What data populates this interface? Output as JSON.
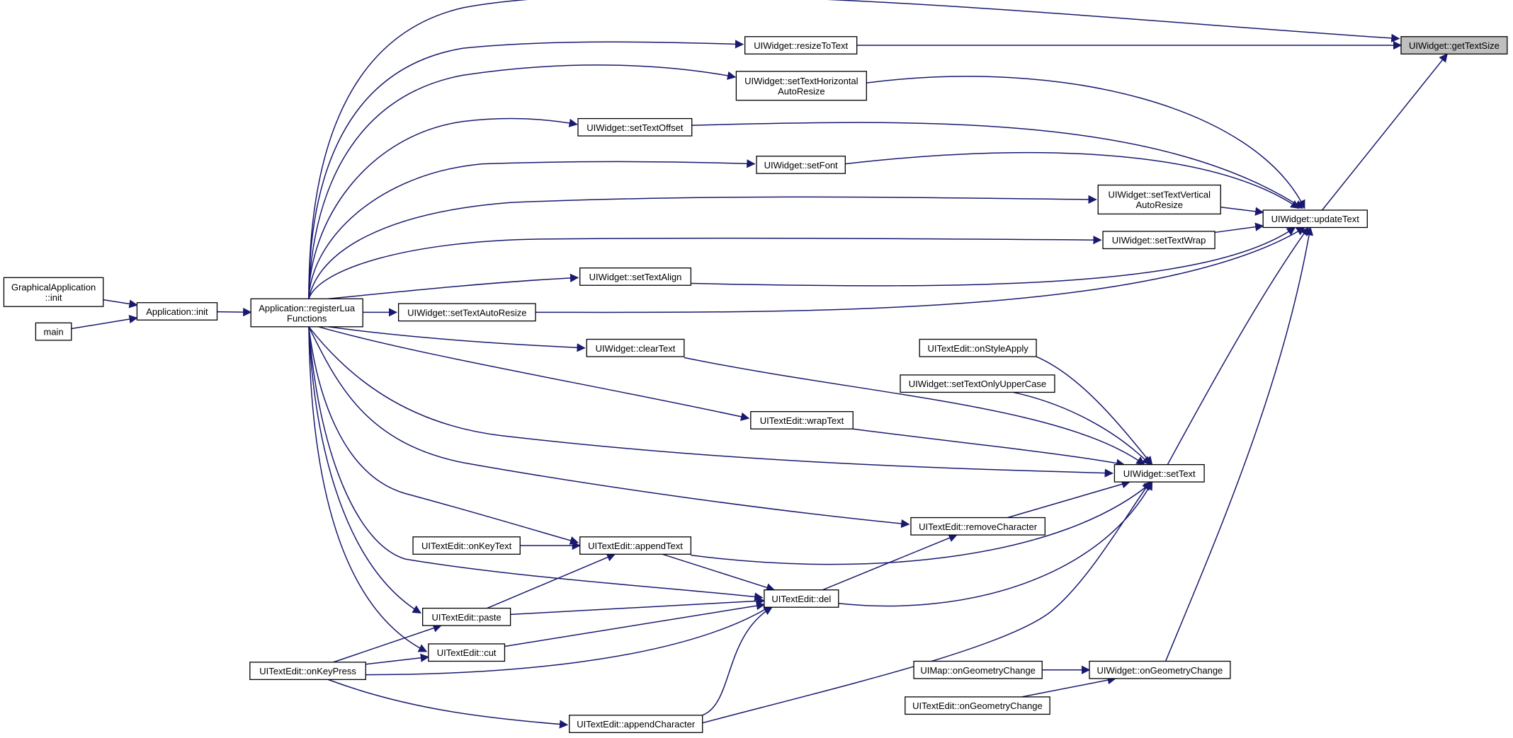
{
  "graph": {
    "edge_color": "#191970",
    "root_fill": "#bfbfbf",
    "nodes": {
      "getTextSize": [
        "UIWidget::getTextSize"
      ],
      "resizeToText": [
        "UIWidget::resizeToText"
      ],
      "setTextHorizontalAutoResize": [
        "UIWidget::setTextHorizontal",
        "AutoResize"
      ],
      "setTextOffset": [
        "UIWidget::setTextOffset"
      ],
      "setFont": [
        "UIWidget::setFont"
      ],
      "setTextVerticalAutoResize": [
        "UIWidget::setTextVertical",
        "AutoResize"
      ],
      "updateText": [
        "UIWidget::updateText"
      ],
      "setTextWrap": [
        "UIWidget::setTextWrap"
      ],
      "setTextAlign": [
        "UIWidget::setTextAlign"
      ],
      "graphicalAppInit": [
        "GraphicalApplication",
        "::init"
      ],
      "appInit": [
        "Application::init"
      ],
      "registerLua": [
        "Application::registerLua",
        "Functions"
      ],
      "setTextAutoResize": [
        "UIWidget::setTextAutoResize"
      ],
      "main": [
        "main"
      ],
      "clearText": [
        "UIWidget::clearText"
      ],
      "onStyleApply": [
        "UITextEdit::onStyleApply"
      ],
      "setTextOnlyUpperCase": [
        "UIWidget::setTextOnlyUpperCase"
      ],
      "wrapText": [
        "UITextEdit::wrapText"
      ],
      "setText": [
        "UIWidget::setText"
      ],
      "removeCharacter": [
        "UITextEdit::removeCharacter"
      ],
      "onKeyText": [
        "UITextEdit::onKeyText"
      ],
      "appendText": [
        "UITextEdit::appendText"
      ],
      "del": [
        "UITextEdit::del"
      ],
      "paste": [
        "UITextEdit::paste"
      ],
      "cut": [
        "UITextEdit::cut"
      ],
      "onKeyPress": [
        "UITextEdit::onKeyPress"
      ],
      "mapOnGeometryChange": [
        "UIMap::onGeometryChange"
      ],
      "widgetOnGeometryChange": [
        "UIWidget::onGeometryChange"
      ],
      "textEditOnGeometryChange": [
        "UITextEdit::onGeometryChange"
      ],
      "appendCharacter": [
        "UITextEdit::appendCharacter"
      ]
    },
    "edges": [
      [
        "registerLua",
        "getTextSize"
      ],
      [
        "registerLua",
        "resizeToText"
      ],
      [
        "resizeToText",
        "getTextSize"
      ],
      [
        "updateText",
        "getTextSize"
      ],
      [
        "registerLua",
        "setTextHorizontalAutoResize"
      ],
      [
        "setTextHorizontalAutoResize",
        "updateText"
      ],
      [
        "registerLua",
        "setTextOffset"
      ],
      [
        "setTextOffset",
        "updateText"
      ],
      [
        "registerLua",
        "setFont"
      ],
      [
        "setFont",
        "updateText"
      ],
      [
        "registerLua",
        "setTextVerticalAutoResize"
      ],
      [
        "setTextVerticalAutoResize",
        "updateText"
      ],
      [
        "registerLua",
        "setTextWrap"
      ],
      [
        "setTextWrap",
        "updateText"
      ],
      [
        "registerLua",
        "setTextAlign"
      ],
      [
        "setTextAlign",
        "updateText"
      ],
      [
        "registerLua",
        "setTextAutoResize"
      ],
      [
        "setTextAutoResize",
        "updateText"
      ],
      [
        "graphicalAppInit",
        "appInit"
      ],
      [
        "main",
        "appInit"
      ],
      [
        "appInit",
        "registerLua"
      ],
      [
        "registerLua",
        "clearText"
      ],
      [
        "clearText",
        "setText"
      ],
      [
        "onStyleApply",
        "setText"
      ],
      [
        "setTextOnlyUpperCase",
        "setText"
      ],
      [
        "registerLua",
        "wrapText"
      ],
      [
        "wrapText",
        "setText"
      ],
      [
        "registerLua",
        "setText"
      ],
      [
        "setText",
        "updateText"
      ],
      [
        "registerLua",
        "removeCharacter"
      ],
      [
        "removeCharacter",
        "setText"
      ],
      [
        "registerLua",
        "appendText"
      ],
      [
        "onKeyText",
        "appendText"
      ],
      [
        "appendText",
        "setText"
      ],
      [
        "appendText",
        "del"
      ],
      [
        "registerLua",
        "del"
      ],
      [
        "del",
        "removeCharacter"
      ],
      [
        "del",
        "setText"
      ],
      [
        "registerLua",
        "paste"
      ],
      [
        "paste",
        "appendText"
      ],
      [
        "paste",
        "del"
      ],
      [
        "registerLua",
        "cut"
      ],
      [
        "cut",
        "del"
      ],
      [
        "onKeyPress",
        "paste"
      ],
      [
        "onKeyPress",
        "cut"
      ],
      [
        "onKeyPress",
        "del"
      ],
      [
        "onKeyPress",
        "appendCharacter"
      ],
      [
        "appendCharacter",
        "del"
      ],
      [
        "appendCharacter",
        "setText"
      ],
      [
        "mapOnGeometryChange",
        "widgetOnGeometryChange"
      ],
      [
        "textEditOnGeometryChange",
        "widgetOnGeometryChange"
      ],
      [
        "widgetOnGeometryChange",
        "updateText"
      ]
    ]
  }
}
